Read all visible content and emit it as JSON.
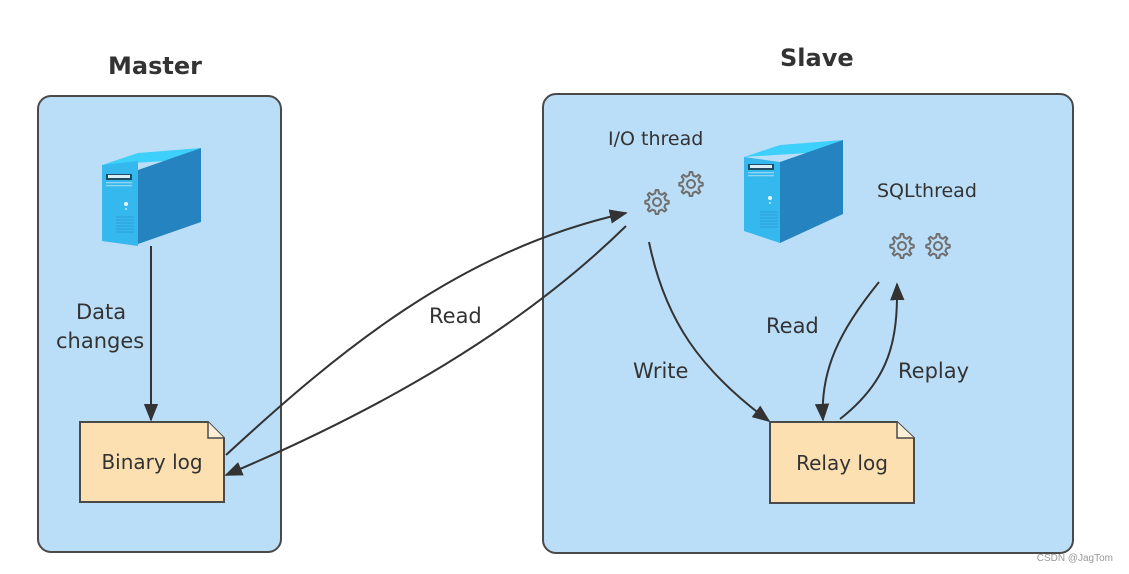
{
  "master": {
    "title": "Master",
    "data_changes_label_line1": "Data",
    "data_changes_label_line2": "changes",
    "binary_log_label": "Binary log"
  },
  "slave": {
    "title": "Slave",
    "io_thread_label": "I/O thread",
    "sql_thread_label": "SQLthread",
    "relay_log_label": "Relay log",
    "write_label": "Write",
    "read_label": "Read",
    "replay_label": "Replay"
  },
  "cross": {
    "read_label": "Read"
  },
  "watermark": "CSDN @JagTom",
  "colors": {
    "panel_fill": "#bbdef8",
    "log_fill": "#fde0b2",
    "server_light": "#3cc6f5",
    "server_dark": "#2585bf",
    "gear": "#6f6f6f"
  }
}
